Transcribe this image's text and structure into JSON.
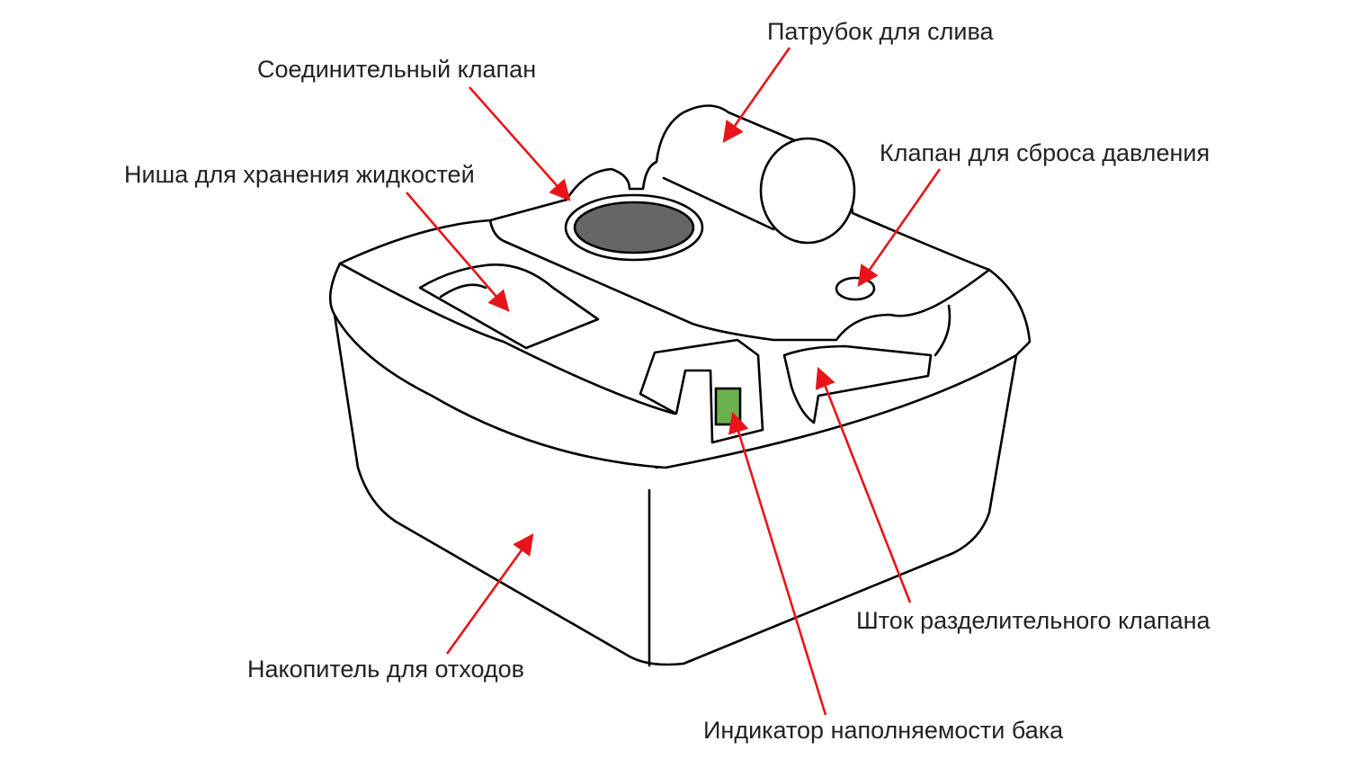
{
  "colors": {
    "arrow": "#e8141a",
    "indicator": "#6ab04c",
    "opening": "#666666"
  },
  "labels": {
    "drain_pipe": "Патрубок для слива",
    "connecting_valve": "Соединительный клапан",
    "pressure_valve": "Клапан для сброса давления",
    "fluid_niche": "Ниша для хранения жидкостей",
    "separator_rod": "Шток разделительного клапана",
    "waste_tank": "Накопитель для отходов",
    "fill_indicator": "Индикатор наполняемости бака"
  }
}
